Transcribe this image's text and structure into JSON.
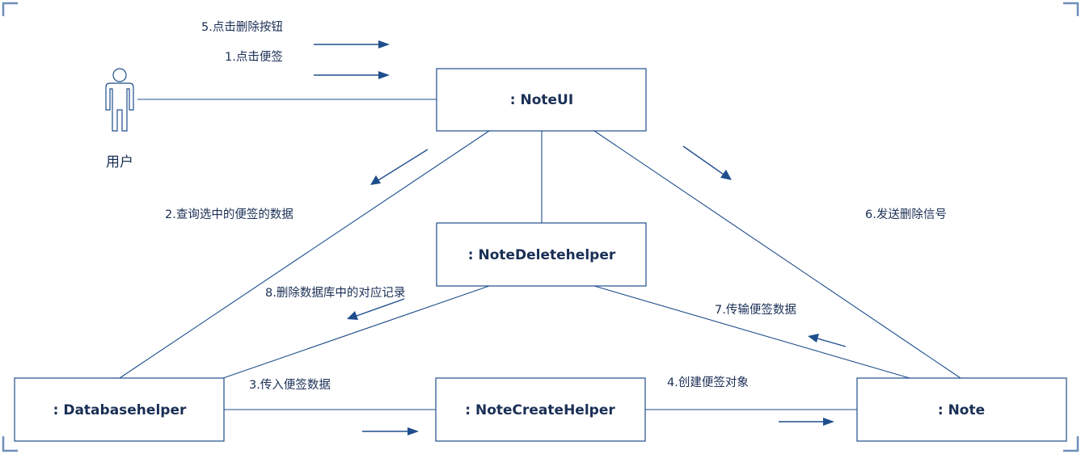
{
  "actor": {
    "label": "用户",
    "icon": "person-icon"
  },
  "objects": {
    "noteui": ": NoteUI",
    "notedeletehelper": ": NoteDeletehelper",
    "databasehelper": ": Databasehelper",
    "notecreatehelper": ": NoteCreateHelper",
    "note": ": Note"
  },
  "messages": {
    "m1": "1.点击便签",
    "m2": "2.查询选中的便签的数据",
    "m3": "3.传入便签数据",
    "m4": "4.创建便签对象",
    "m5": "5.点击删除按钮",
    "m6": "6.发送删除信号",
    "m7": "7.传输便签数据",
    "m8": "8.删除数据库中的对应记录"
  },
  "colors": {
    "stroke": "#1f4e8c",
    "text": "#1a2f55",
    "corner": "#6d8fb8"
  }
}
